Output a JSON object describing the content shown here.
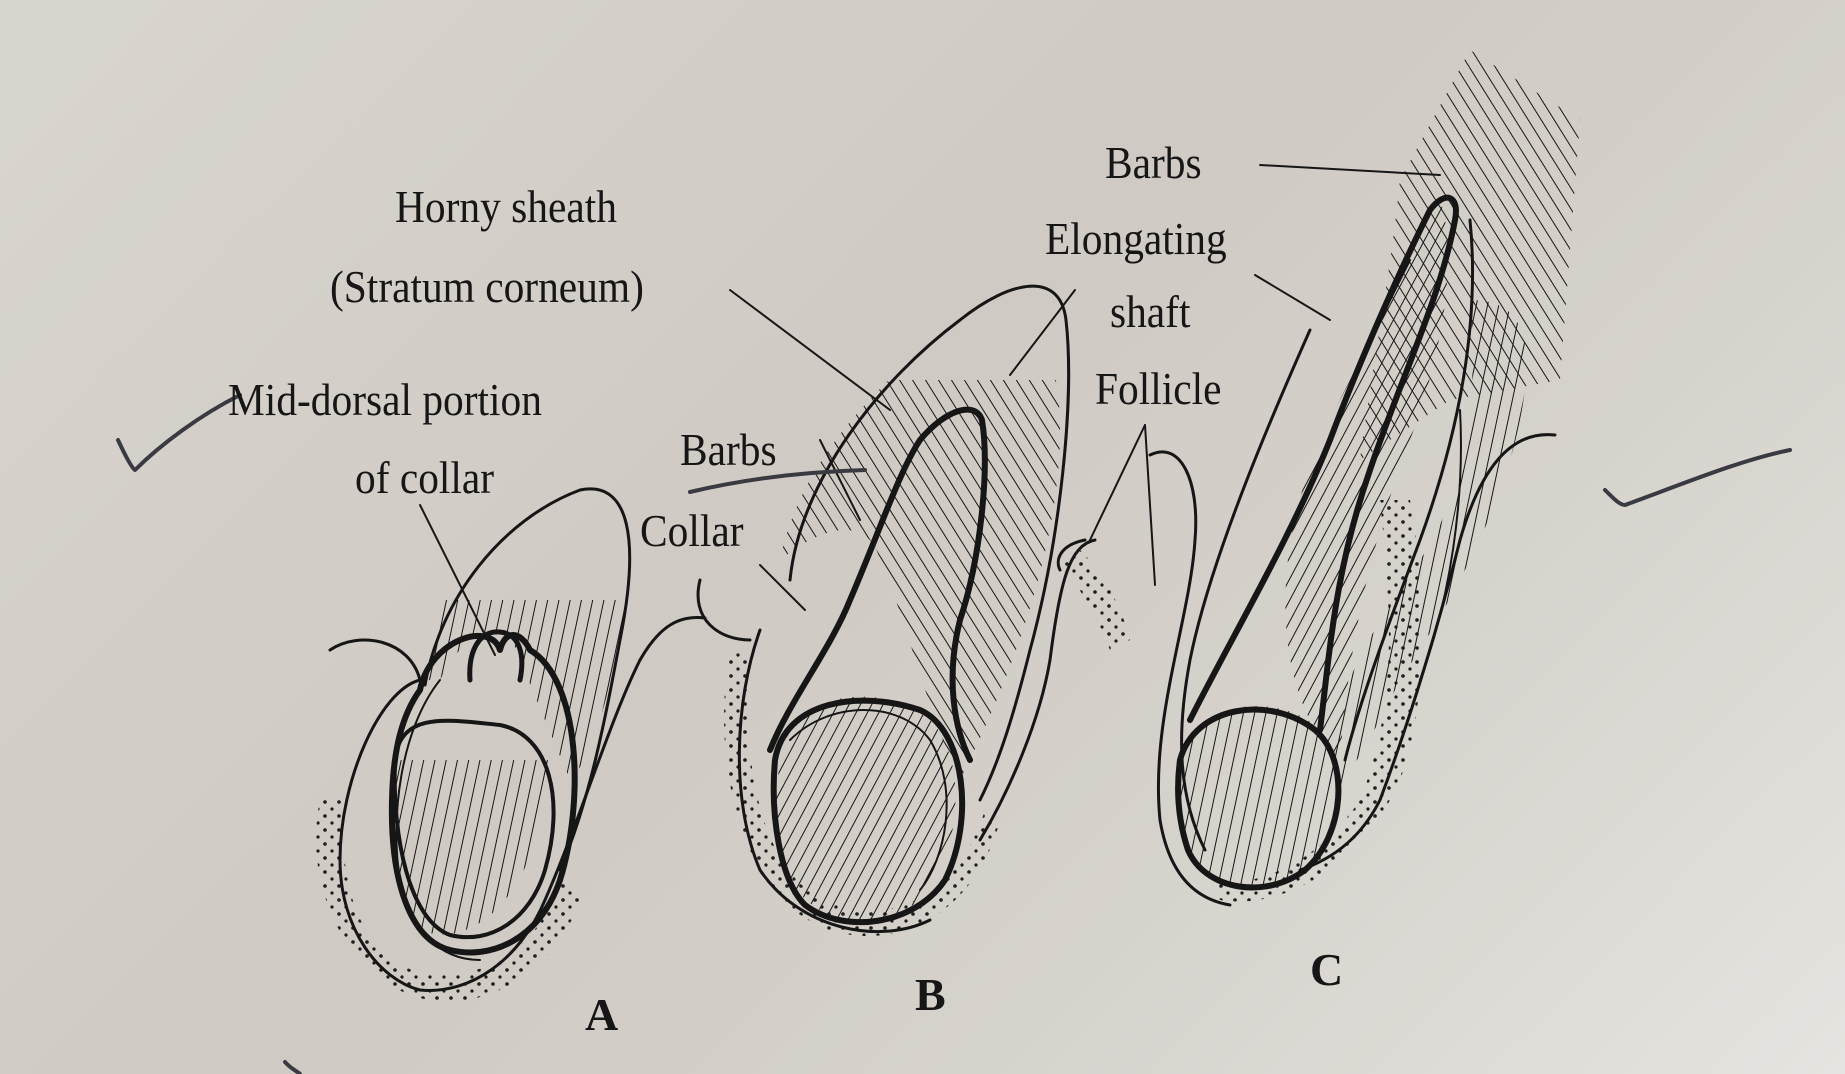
{
  "labels": {
    "horny_sheath_line1": "Horny sheath",
    "horny_sheath_line2": "(Stratum corneum)",
    "mid_dorsal_line1": "Mid-dorsal portion",
    "mid_dorsal_line2": "of collar",
    "barbs_b": "Barbs",
    "collar": "Collar",
    "barbs_c": "Barbs",
    "elongating_line1": "Elongating",
    "elongating_line2": "shaft",
    "follicle": "Follicle"
  },
  "panels": {
    "a": "A",
    "b": "B",
    "c": "C"
  },
  "colors": {
    "paper": "#d4d0ca",
    "ink": "#161616",
    "pen": "#3a3a42"
  }
}
